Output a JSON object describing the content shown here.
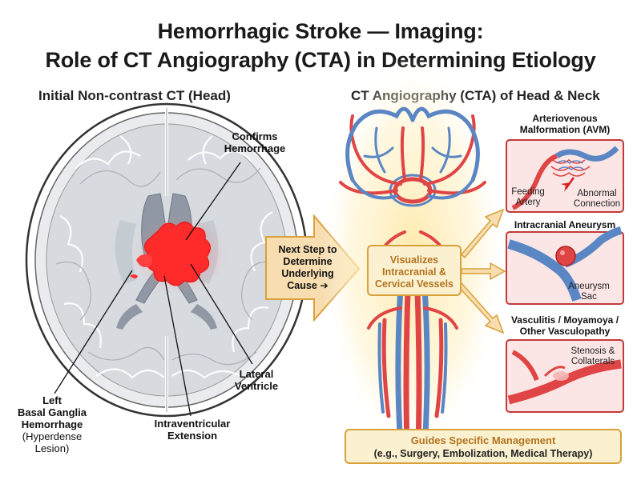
{
  "title": {
    "line1": "Hemorrhagic Stroke — Imaging:",
    "line2": "Role of CT Angiography (CTA) in Determining Etiology"
  },
  "left_panel": {
    "heading": "Initial Non-contrast CT (Head)",
    "labels": {
      "confirms_1": "Confirms",
      "confirms_2": "Hemorrhage",
      "basal_1": "Left",
      "basal_2": "Basal Ganglia",
      "basal_3": "Hemorrhage",
      "basal_4": "(Hyperdense",
      "basal_5": "Lesion)",
      "ivh_1": "Intraventricular",
      "ivh_2": "Extension",
      "lv_1": "Lateral",
      "lv_2": "Ventricle"
    }
  },
  "center_arrow": {
    "line1": "Next Step to",
    "line2": "Determine",
    "line3": "Underlying",
    "line4": "Cause ➔"
  },
  "right_panel": {
    "heading": "CT Angiography (CTA) of Head & Neck",
    "visualizes_1": "Visualizes",
    "visualizes_2": "Intracranial &",
    "visualizes_3": "Cervical Vessels",
    "avm": {
      "title_1": "Arteriovenous",
      "title_2": "Malformation (AVM)",
      "feeding_1": "Feeding",
      "feeding_2": "Artery",
      "abnormal_1": "Abnormal",
      "abnormal_2": "Connection"
    },
    "aneurysm": {
      "title": "Intracranial Aneurysm",
      "sac_1": "Aneurysm",
      "sac_2": "Sac"
    },
    "vasculitis": {
      "title_1": "Vasculitis / Moyamoya /",
      "title_2": "Other Vasculopathy",
      "stenosis_1": "Stenosis &",
      "stenosis_2": "Collaterals"
    },
    "guides_1": "Guides Specific Management",
    "guides_2": "(e.g., Surgery, Embolization, Medical Therapy)"
  },
  "colors": {
    "hemorrhage": "#ff2a2a",
    "artery": "#e04545",
    "vein": "#5b86c4",
    "accent_box": "#fbf0cf",
    "accent_border": "#d9a13a",
    "arrow_fill": "#f7ddb0"
  }
}
